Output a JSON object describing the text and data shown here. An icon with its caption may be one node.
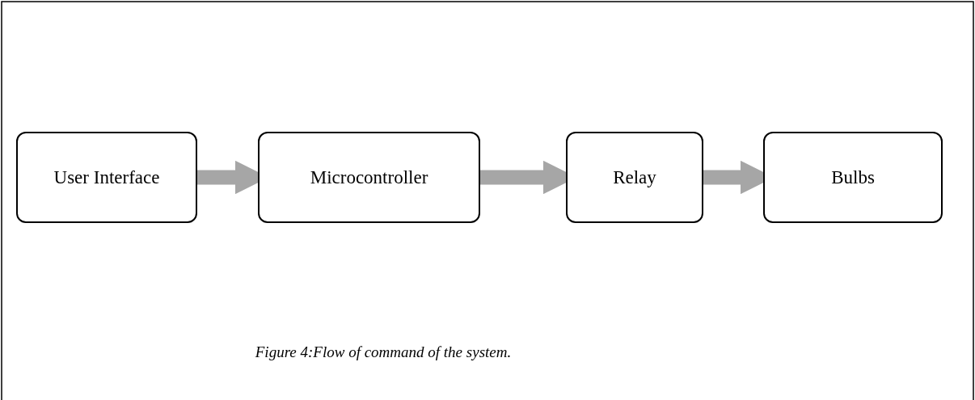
{
  "diagram": {
    "caption": "Figure 4:Flow of command of the system.",
    "nodes": [
      {
        "text": [
          "User Interface"
        ]
      },
      {
        "text": [
          "Microcontroller"
        ]
      },
      {
        "text": [
          "Relay"
        ]
      },
      {
        "text": [
          "Bulbs"
        ]
      }
    ],
    "edges": [
      {
        "from": 0,
        "to": 1,
        "arrow": "to"
      },
      {
        "from": 1,
        "to": 2,
        "arrow": "to"
      },
      {
        "from": 2,
        "to": 3,
        "arrow": "to"
      }
    ]
  }
}
